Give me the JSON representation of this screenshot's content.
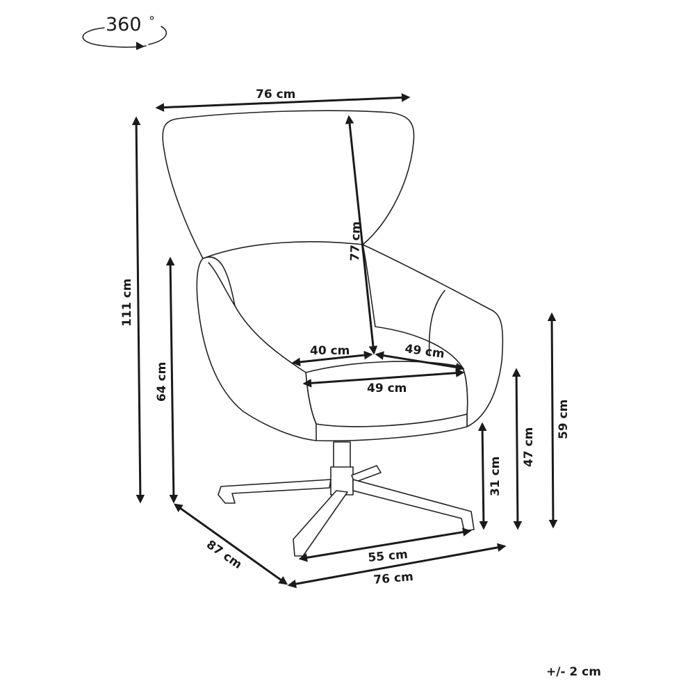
{
  "rotation": {
    "label": "360",
    "degree_symbol": "°"
  },
  "tolerance": "+/- 2 cm",
  "dimensions": {
    "top_width": "76 cm",
    "total_height": "111 cm",
    "back_height": "77 cm",
    "arm_height": "64 cm",
    "seat_depth": "40 cm",
    "seat_width_back": "49 cm",
    "seat_width_front": "49 cm",
    "height_59": "59 cm",
    "height_47": "47 cm",
    "height_31": "31 cm",
    "depth": "87 cm",
    "base_width": "55 cm",
    "bottom_width": "76 cm"
  }
}
